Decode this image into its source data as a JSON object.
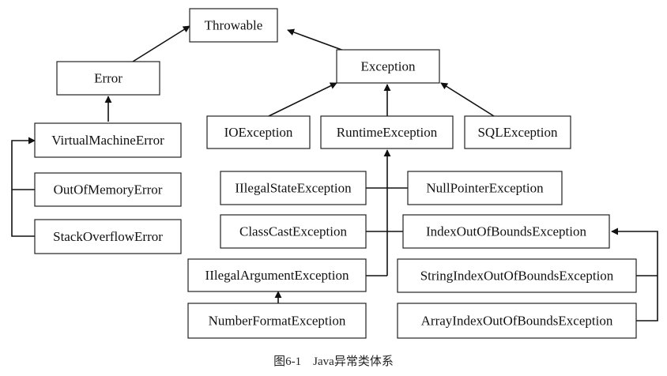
{
  "nodes": {
    "throwable": "Throwable",
    "error": "Error",
    "exception": "Exception",
    "virtual_machine_error": "VirtualMachineError",
    "out_of_memory_error": "OutOfMemoryError",
    "stack_overflow_error": "StackOverflowError",
    "io_exception": "IOException",
    "runtime_exception": "RuntimeException",
    "sql_exception": "SQLException",
    "illegal_state_exception": "IIlegalStateException",
    "class_cast_exception": "ClassCastException",
    "illegal_argument_exception": "IIlegalArgumentException",
    "number_format_exception": "NumberFormatException",
    "null_pointer_exception": "NullPointerException",
    "index_out_of_bounds_exception": "IndexOutOfBoundsException",
    "string_index_out_of_bounds_exception": "StringIndexOutOfBoundsException",
    "array_index_out_of_bounds_exception": "ArrayIndexOutOfBoundsException"
  },
  "caption": "图6-1　Java异常类体系"
}
